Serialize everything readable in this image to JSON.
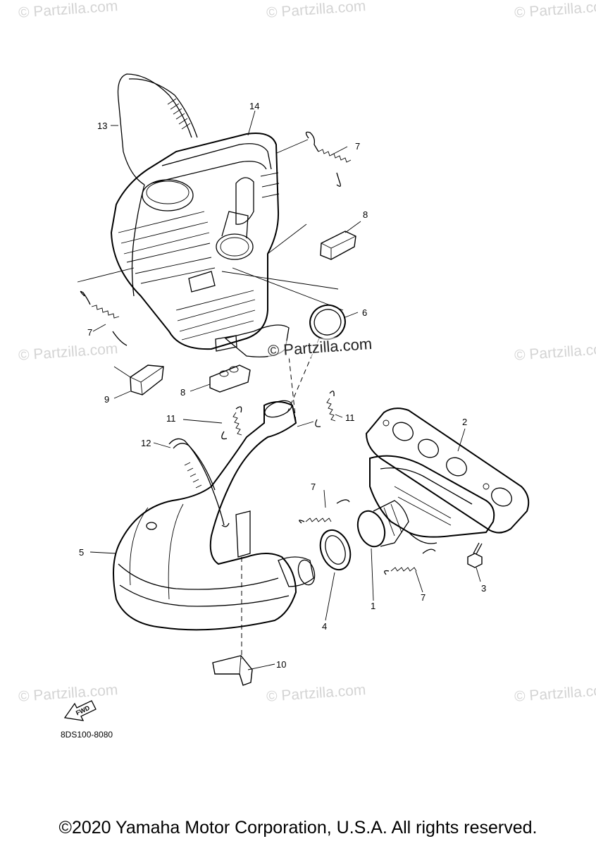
{
  "watermark_text": "© Partzilla.com",
  "center_watermark_text": "© Partzilla.com",
  "callouts": {
    "c1": "1",
    "c2": "2",
    "c3": "3",
    "c4": "4",
    "c5": "5",
    "c6": "6",
    "c7a": "7",
    "c7b": "7",
    "c7c": "7",
    "c7d": "7",
    "c8a": "8",
    "c8b": "8",
    "c9": "9",
    "c10": "10",
    "c11a": "11",
    "c11b": "11",
    "c12": "12",
    "c13": "13",
    "c14": "14"
  },
  "fwd_label": "FWD",
  "diagram_code": "8DS100-8080",
  "copyright": "©2020 Yamaha Motor Corporation, U.S.A. All rights reserved.",
  "colors": {
    "line": "#000000",
    "watermark": "#d4d4d4",
    "background": "#ffffff"
  }
}
